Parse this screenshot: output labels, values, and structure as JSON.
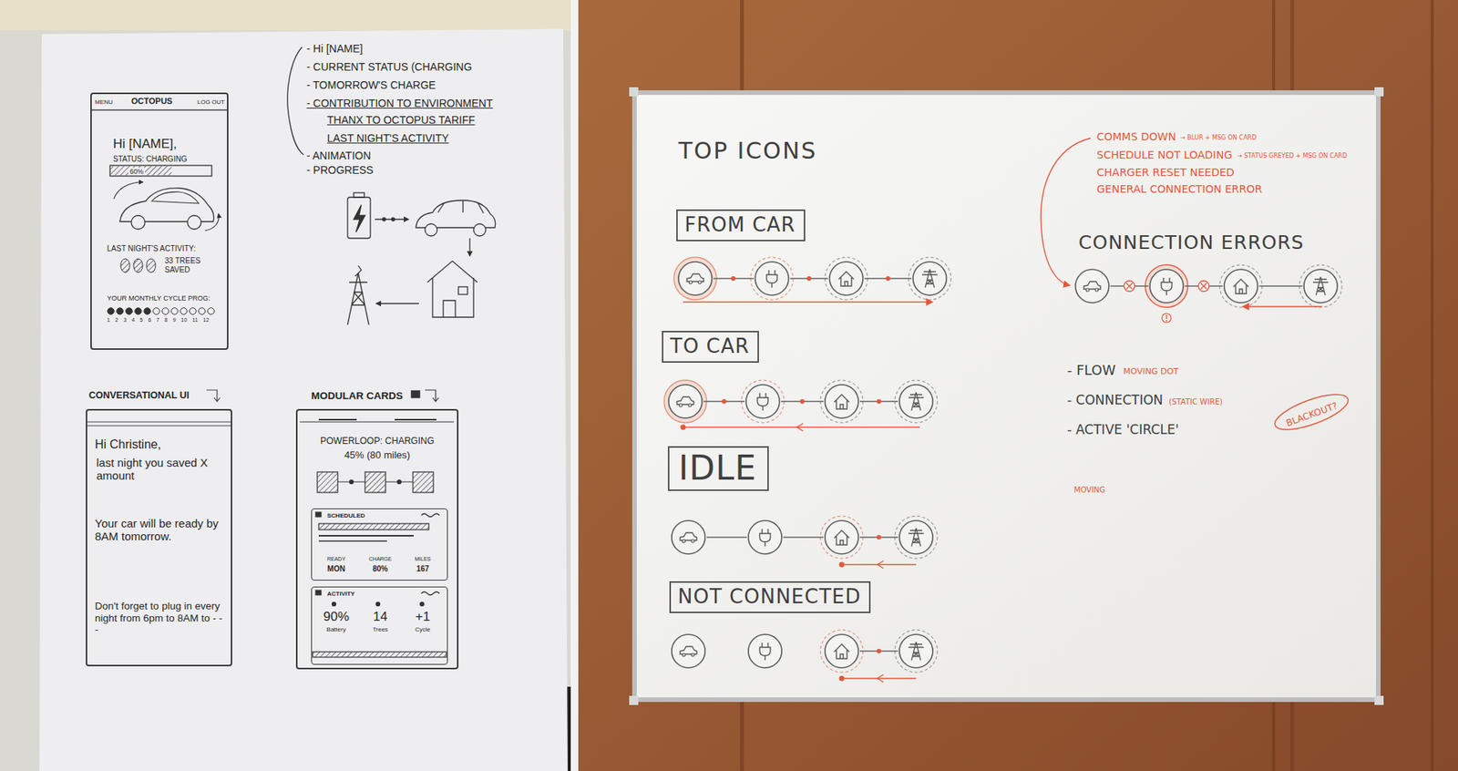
{
  "diagram": {
    "nodes": [
      {
        "text": [
          "MENU",
          "OCTOPUS",
          "LOG OUT",
          "Hi [NAME],",
          "STATUS: CHARGING",
          "60%",
          "LAST NIGHT'S ACTIVITY:",
          "33 TREES SAVED",
          "YOUR MONTHLY CYCLE PROG:",
          "1 2 3 4 5 6 7 8 9 10 11 12"
        ]
      },
      {
        "text": [
          "CONVERSATIONAL UI",
          "Hi Christine,",
          "last night you saved X amount",
          "Your car will be ready by 8AM tomorrow.",
          "Don't forget to plug in every night from 6pm to 8AM to - - -"
        ]
      },
      {
        "text": [
          "MODULAR CARDS",
          "POWERLOOP: CHARGING",
          "45% (80 miles)"
        ]
      },
      {
        "text": [
          "SCHEDULED",
          "READY",
          "CHARGE",
          "MILES",
          "MON",
          "80%",
          "167"
        ],
        "in": 2
      },
      {
        "text": [
          "ACTIVITY",
          "90%",
          "Battery",
          "14",
          "Trees",
          "+1",
          "Cycle"
        ],
        "in": 2
      },
      {
        "text": [
          "FROM CAR"
        ]
      },
      {
        "text": [
          "TO CAR"
        ]
      },
      {
        "text": [
          "IDLE"
        ]
      },
      {
        "text": [
          "NOT CONNECTED"
        ]
      },
      {
        "text": [
          "BLACKOUT?"
        ]
      }
    ],
    "labels": [
      "- Hi [NAME]",
      "- CURRENT STATUS (CHARGING",
      "- TOMORROW'S CHARGE",
      "- CONTRIBUTION TO ENVIRONMENT",
      "THANX TO OCTOPUS TARIFF",
      "LAST NIGHT'S ACTIVITY",
      "- ANIMATION",
      "- PROGRESS",
      "TOP ICONS",
      "COMMS DOWN",
      "→ BLUR + MSG ON CARD",
      "SCHEDULE NOT LOADING",
      "→ STATUS GREYED + MSG ON CARD",
      "CHARGER RESET NEEDED",
      "GENERAL CONNECTION ERROR",
      "CONNECTION ERRORS",
      "- FLOW",
      "MOVING DOT",
      "- CONNECTION",
      "(STATIC WIRE)",
      "- ACTIVE 'CIRCLE'",
      "MOVING"
    ]
  }
}
